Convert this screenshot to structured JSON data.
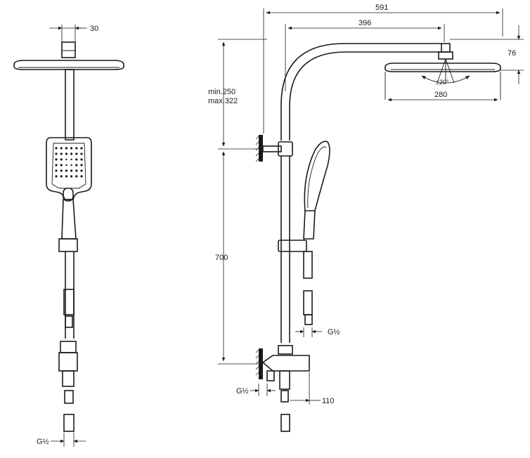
{
  "dimensions": {
    "nut_width": "30",
    "total_reach": "591",
    "arm_reach": "396",
    "head_height": "76",
    "tilt_angle": "±20°",
    "head_diameter": "280",
    "adjust_min": "min.250",
    "adjust_max": "max.322",
    "bar_length": "700",
    "outlet_spacing": "110"
  },
  "threads": {
    "front_inlet": "G½",
    "side_inlet": "G½",
    "hose_thread": "G½"
  }
}
